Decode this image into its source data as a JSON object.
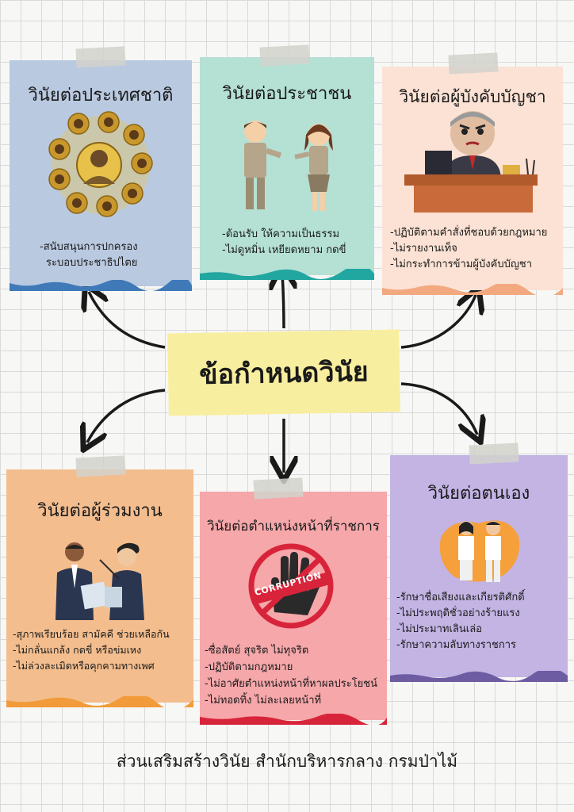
{
  "center_title": "ข้อกำหนดวินัย",
  "cards": [
    {
      "title": "วินัยต่อประเทศชาติ",
      "items": [
        "-สนับสนุนการปกครอง",
        "ระบอบประชาธิปไตย"
      ],
      "color": "#b9c9e0",
      "edge": "#3f79b8"
    },
    {
      "title": "วินัยต่อประชาชน",
      "items": [
        "-ต้อนรับ ให้ความเป็นธรรม",
        "-ไม่ดูหมิ่น เหยียดหยาม กดขี่"
      ],
      "color": "#b5e0d4",
      "edge": "#22a6a0"
    },
    {
      "title": "วินัยต่อผู้บังคับบัญชา",
      "items": [
        "-ปฏิบัติตามคำสั่งที่ชอบด้วยกฎหมาย",
        "-ไม่รายงานเท็จ",
        "-ไม่กระทำการข้ามผู้บังคับบัญชา"
      ],
      "color": "#fbe2d4",
      "edge": "#f3a980"
    },
    {
      "title": "วินัยต่อผู้ร่วมงาน",
      "items": [
        "-สุภาพเรียบร้อย สามัคคี ช่วยเหลือกัน",
        "-ไม่กลั่นแกล้ง กดขี่ หรือข่มเหง",
        "-ไม่ล่วงละเมิดหรือคุกคามทางเพศ"
      ],
      "color": "#f3bd8e",
      "edge": "#f19b3a"
    },
    {
      "title": "วินัยต่อตำแหน่งหน้าที่ราชการ",
      "items": [
        "-ซื่อสัตย์ สุจริต ไม่ทุจริต",
        "-ปฏิบัติตามกฎหมาย",
        "-ไม่อาศัยตำแหน่งหน้าที่หาผลประโยชน์",
        "-ไม่ทอดทิ้ง ไม่ละเลยหน้าที่"
      ],
      "color": "#f6a7aa",
      "edge": "#d8243a"
    },
    {
      "title": "วินัยต่อตนเอง",
      "items": [
        "-รักษาชื่อเสียงและเกียรติศักดิ์",
        "-ไม่ประพฤติชั่วอย่างร้ายแรง",
        "-ไม่ประมาทเลินเล่อ",
        "-รักษาความลับทางราชการ"
      ],
      "color": "#c3b4e4",
      "edge": "#6e5ca3"
    }
  ],
  "stamp_text": "CORRUPTION",
  "footer": "ส่วนเสริมสร้างวินัย สำนักบริหารกลาง กรมป่าไม้"
}
